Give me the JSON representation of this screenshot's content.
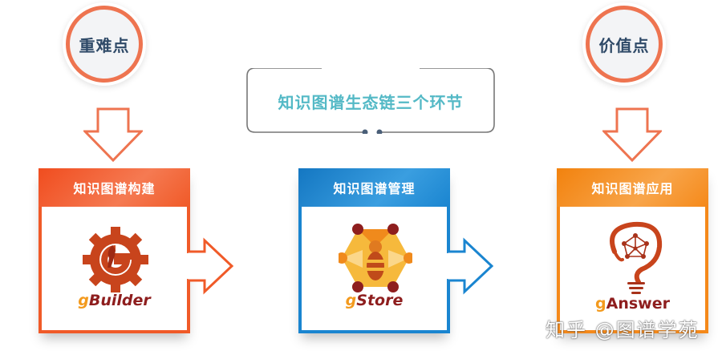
{
  "circles": {
    "left": {
      "label": "重难点"
    },
    "right": {
      "label": "价值点"
    }
  },
  "title_box": {
    "label": "知识图谱生态链三个环节"
  },
  "cards": [
    {
      "header": "知识图谱构建",
      "logo_prefix": "g",
      "logo_text": "Builder",
      "color": "#f05a28"
    },
    {
      "header": "知识图谱管理",
      "logo_prefix": "g",
      "logo_text": "Store",
      "color": "#1a85d0"
    },
    {
      "header": "知识图谱应用",
      "logo_prefix": "g",
      "logo_text": "Answer",
      "color": "#f5891a"
    }
  ],
  "colors": {
    "circle_ring": "#ee7450",
    "circle_text": "#2f4a68",
    "title_text": "#54b9c6",
    "down_arrow": "#ee7450"
  },
  "watermark": "知乎 @图谱学苑"
}
